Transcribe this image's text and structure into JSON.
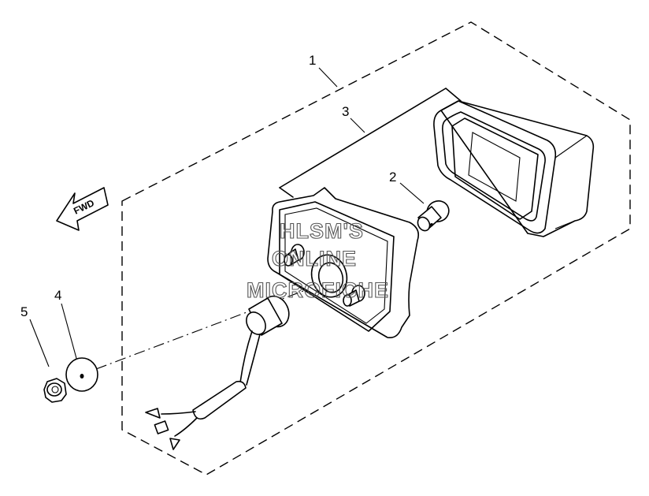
{
  "callouts": {
    "c1": "1",
    "c2": "2",
    "c3": "3",
    "c4": "4",
    "c5": "5"
  },
  "direction_arrow": {
    "label": "FWD"
  },
  "watermark": {
    "line1": "HLSM'S",
    "line2": "ONLINE",
    "line3": "MICROFICHE"
  },
  "icons": {
    "direction_arrow": "fwd-arrow-icon"
  }
}
